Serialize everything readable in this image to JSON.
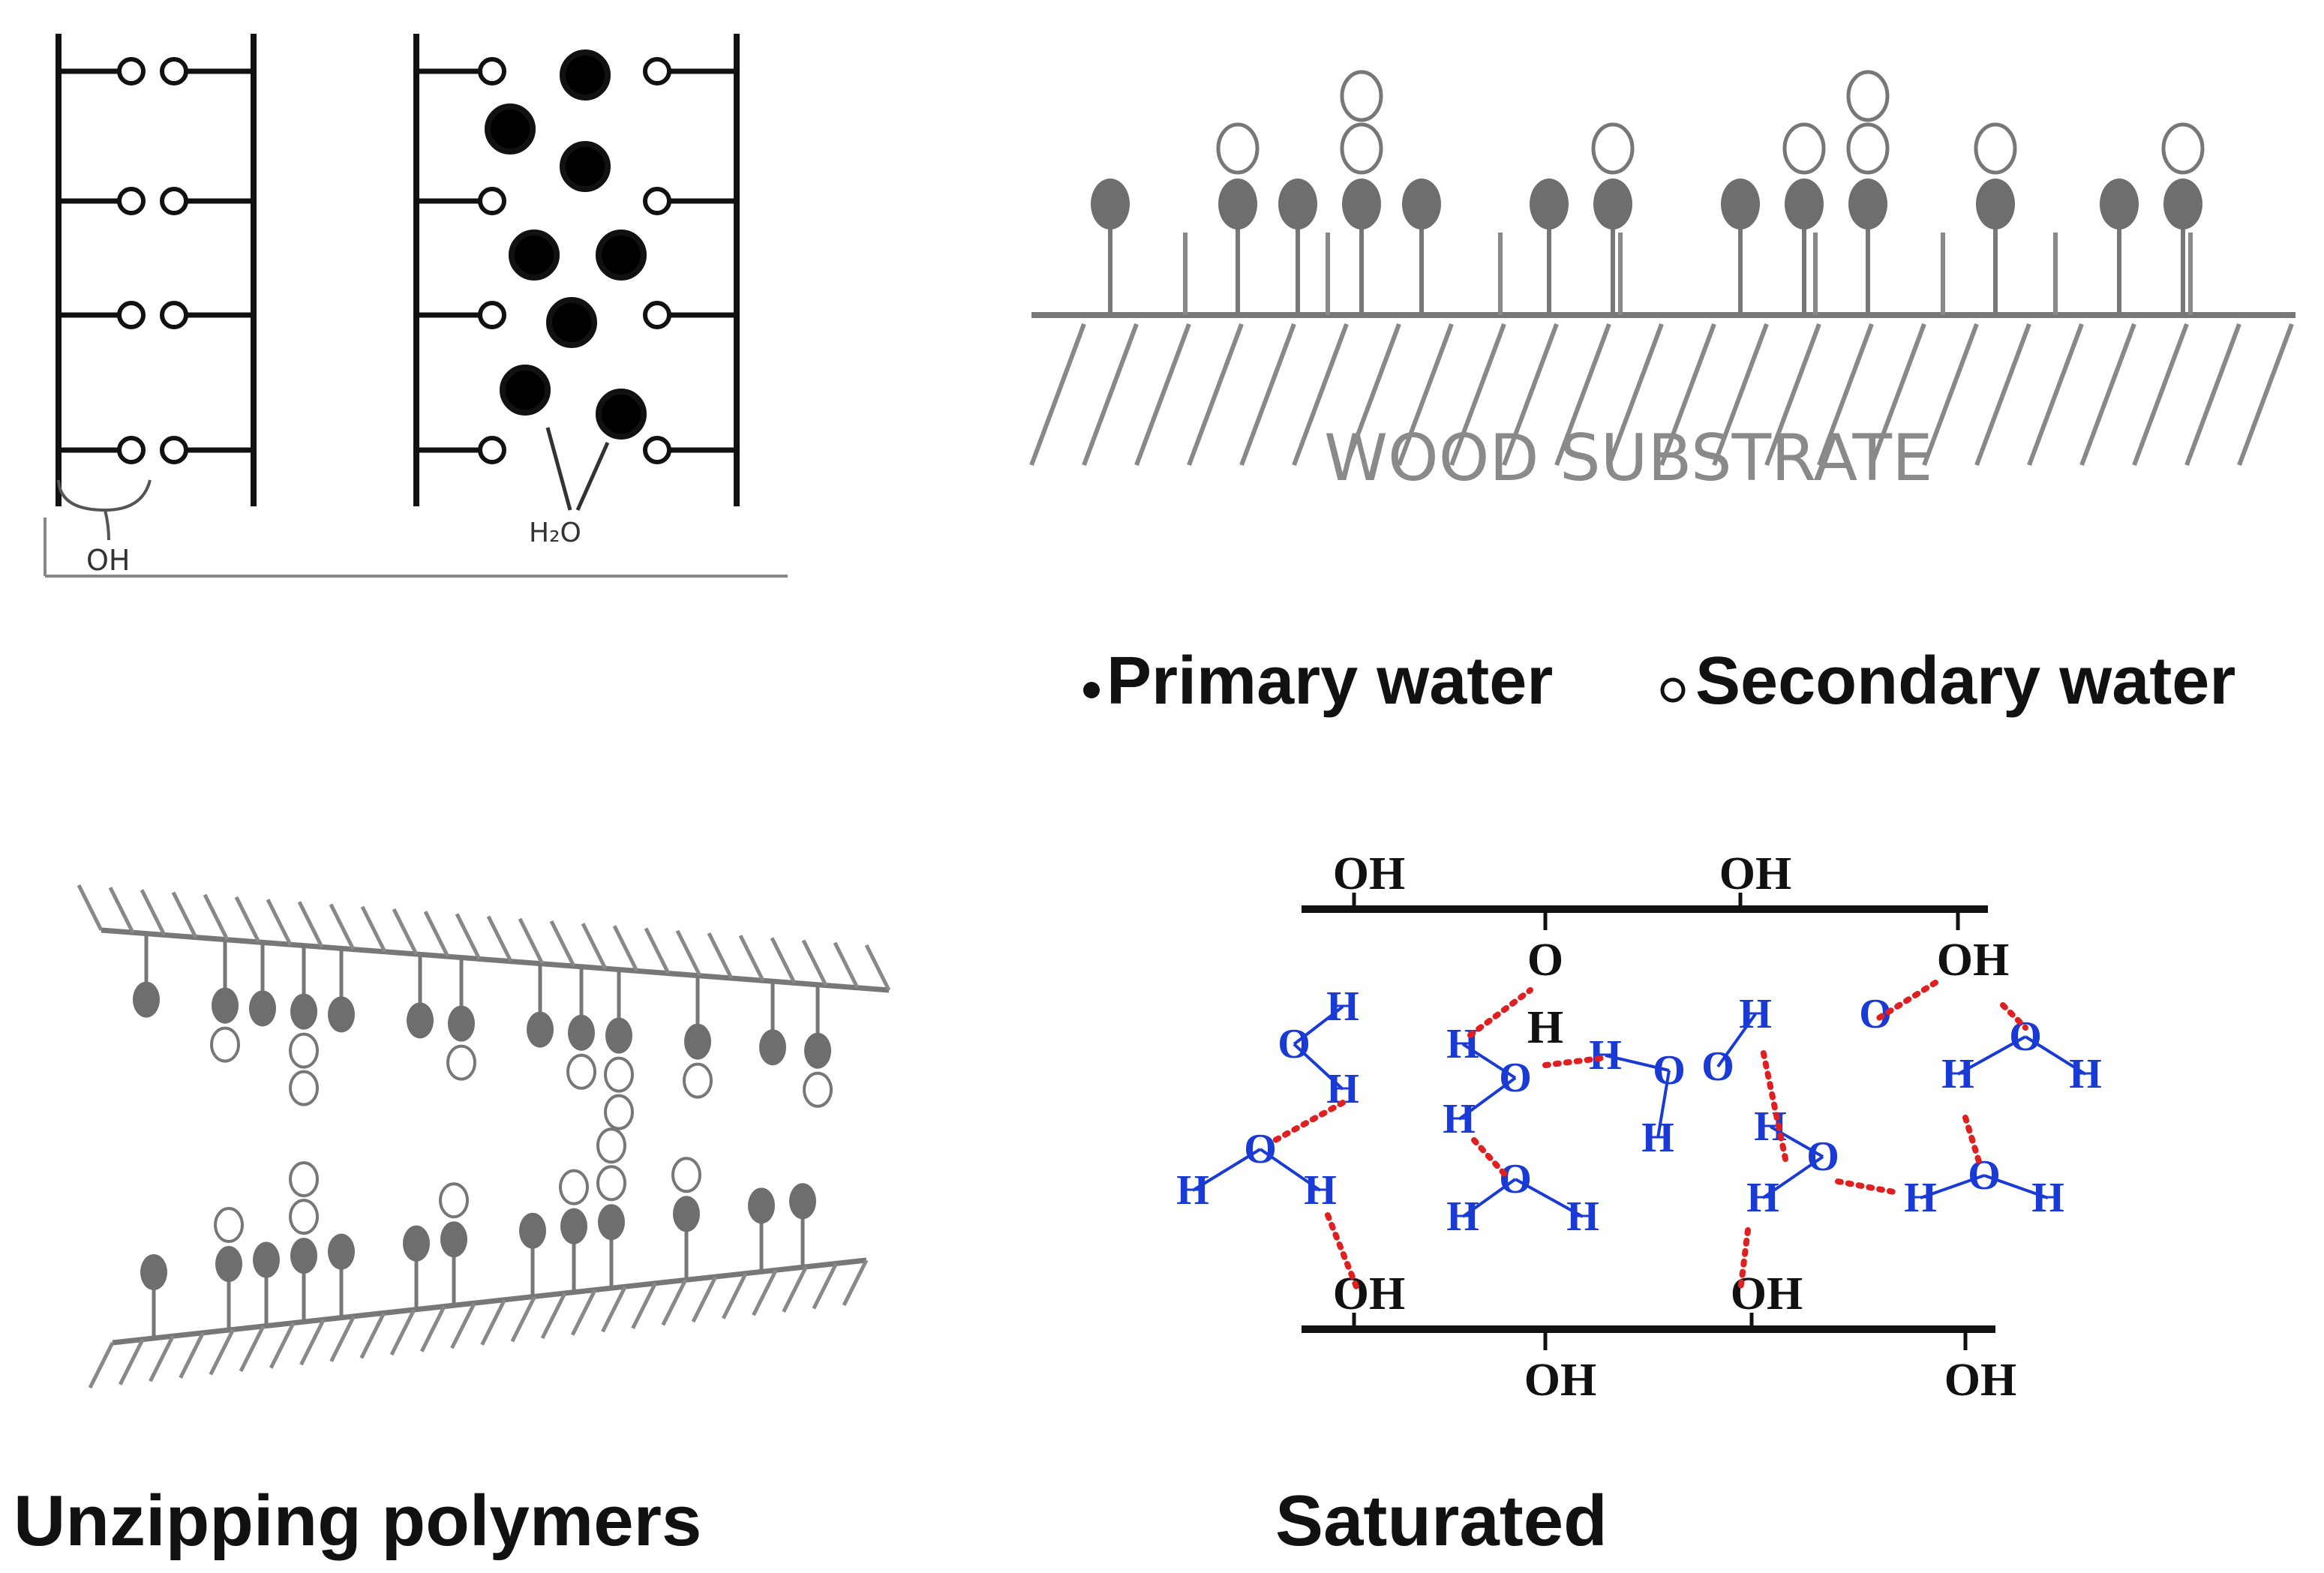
{
  "panel_a": {
    "oh_label": "OH",
    "h2o_label": "H₂O"
  },
  "panel_b": {
    "substrate_label": "WOOD  SUBSTRATE",
    "legend": {
      "primary": "Primary water",
      "secondary": "Secondary water"
    }
  },
  "panel_c": {
    "caption": "Unzipping polymers"
  },
  "panel_d": {
    "caption": "Saturated",
    "oh_group": "OH",
    "o_atom": "O",
    "h_atom": "H",
    "bond_color": "#e02020",
    "atom_color": "#1a3ad6"
  }
}
